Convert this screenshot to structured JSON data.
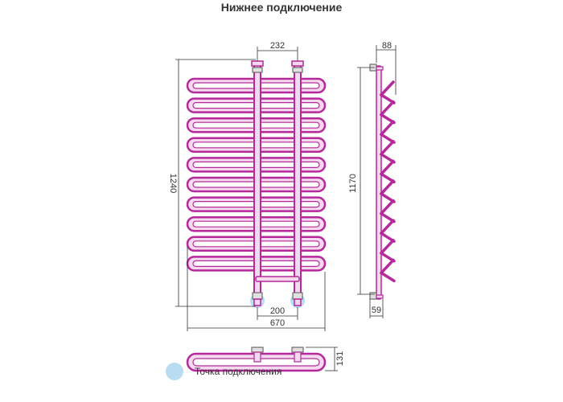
{
  "title": "Нижнее подключение",
  "dimensions": {
    "top_pipe_spacing": "232",
    "total_height": "1240",
    "connection_spacing": "200",
    "total_width": "670",
    "depth": "88",
    "side_height": "1170",
    "bottom_offset": "59",
    "top_view_depth": "131"
  },
  "legend": {
    "label": "Точка подключения"
  },
  "colors": {
    "rail": "#b5299a",
    "rail_inner": "#f5d9ef",
    "fitting": "#6b6b6b",
    "connection_point": "#b9dcf2",
    "dimension_line": "#333333"
  }
}
